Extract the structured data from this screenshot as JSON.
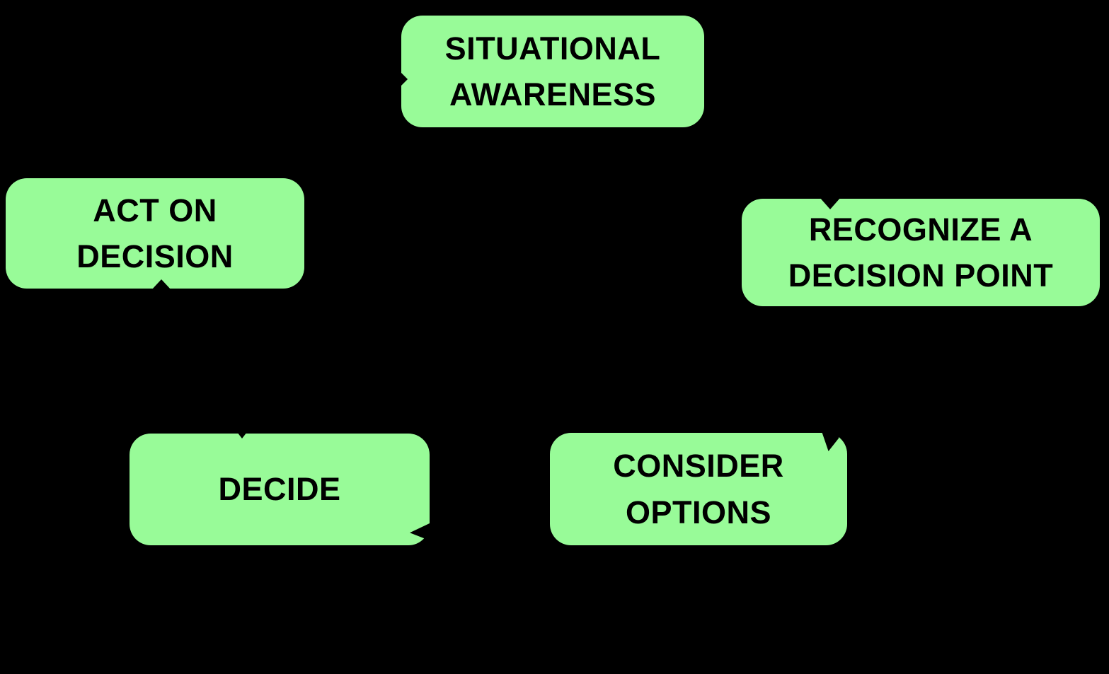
{
  "colors": {
    "background": "#000000",
    "node_fill": "#98FB98",
    "node_text": "#000000",
    "arrow": "#000000"
  },
  "nodes": {
    "situational_awareness": {
      "lines": [
        "SITUATIONAL",
        "AWARENESS"
      ]
    },
    "recognize_decision_point": {
      "lines": [
        "RECOGNIZE A",
        "DECISION POINT"
      ]
    },
    "consider_options": {
      "lines": [
        "CONSIDER",
        "OPTIONS"
      ]
    },
    "decide": {
      "lines": [
        "DECIDE"
      ]
    },
    "act_on_decision": {
      "lines": [
        "ACT ON",
        "DECISION"
      ]
    }
  }
}
